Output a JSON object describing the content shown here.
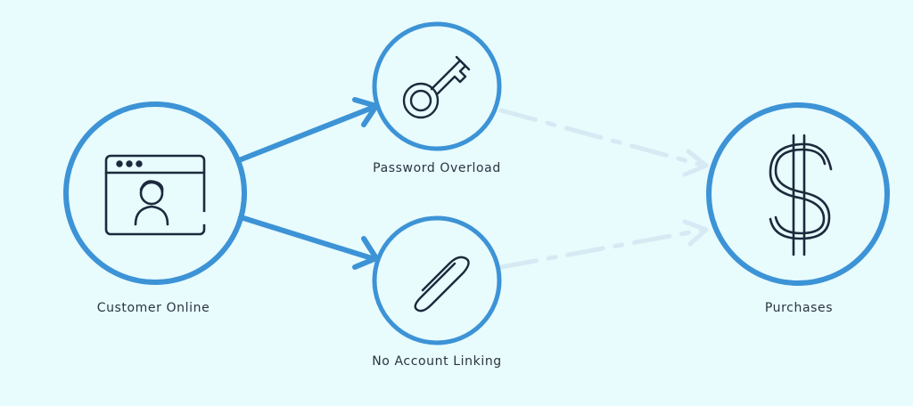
{
  "colors": {
    "background": "#e8fbfd",
    "accent": "#3c93d6",
    "icon_stroke": "#1c2a3c",
    "faded_arrow": "#d6eaf4",
    "label_text": "#2a3440"
  },
  "nodes": {
    "customer": {
      "label": "Customer Online",
      "icon": "browser-user-icon"
    },
    "password": {
      "label": "Password Overload",
      "icon": "key-icon"
    },
    "linking": {
      "label": "No Account Linking",
      "icon": "paperclip-icon"
    },
    "purchases": {
      "label": "Purchases",
      "icon": "dollar-icon"
    }
  },
  "connections": [
    {
      "from": "customer",
      "to": "password",
      "style": "solid"
    },
    {
      "from": "customer",
      "to": "linking",
      "style": "solid"
    },
    {
      "from": "password",
      "to": "purchases",
      "style": "dashed-faded"
    },
    {
      "from": "linking",
      "to": "purchases",
      "style": "dashed-faded"
    }
  ]
}
